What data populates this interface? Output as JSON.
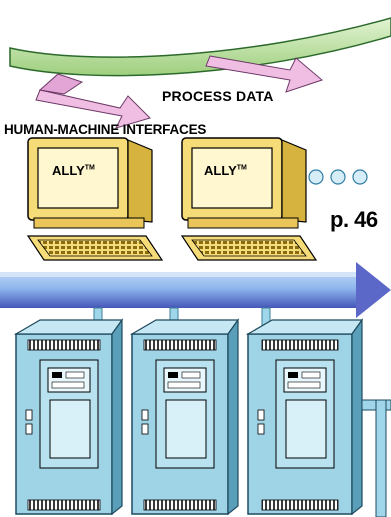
{
  "labels": {
    "process_data": "PROCESS DATA",
    "hmi_title": "HUMAN-MACHINE INTERFACES",
    "page_reference": "p. 46"
  },
  "terminals": [
    {
      "name": "ALLY",
      "mark": "TM"
    },
    {
      "name": "ALLY",
      "mark": "TM"
    }
  ],
  "colors": {
    "arc_green": "#a9d98b",
    "process_arrow": "#f0bde3",
    "monitor_body": "#f6dc78",
    "screen": "#fff7cf",
    "network_bar_top": "#9fc2ef",
    "network_bar_bottom": "#4b5ec0",
    "cabinet": "#9fd3e6",
    "cabinet_dark": "#5a9fba",
    "connector": "#a0d6ea"
  },
  "icons": [
    "ellipsis-dots-icon",
    "network-arrow-icon"
  ]
}
